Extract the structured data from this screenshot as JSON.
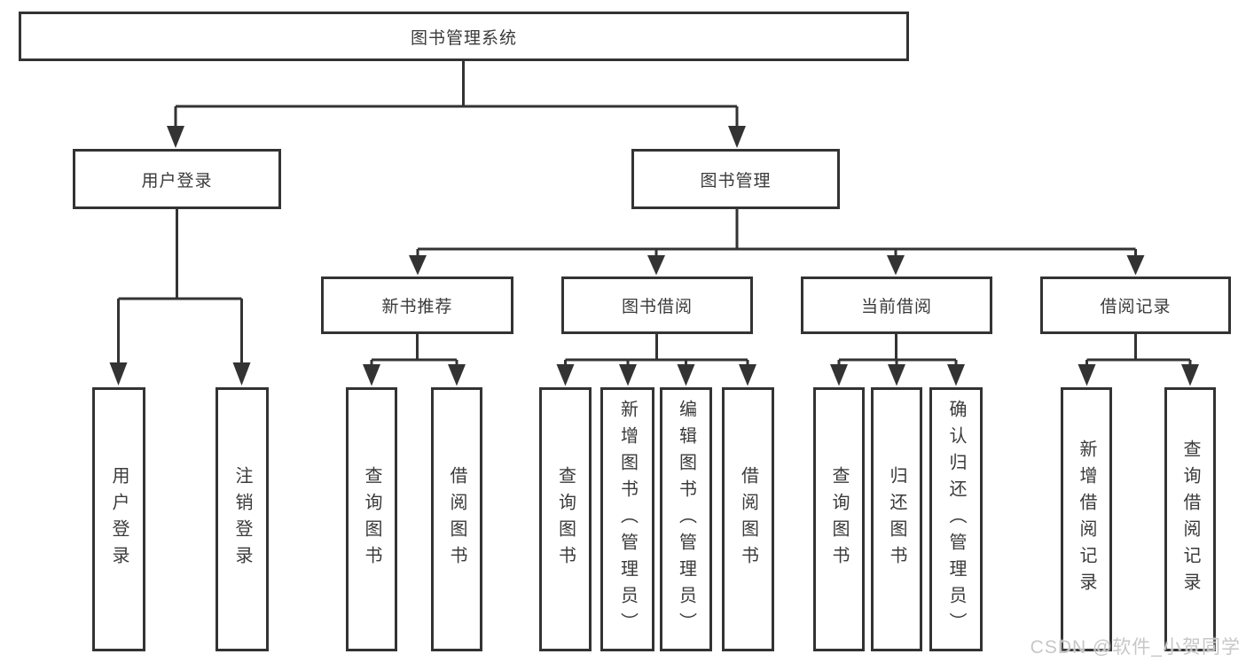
{
  "diagram": {
    "root": {
      "label": "图书管理系统"
    },
    "level2": [
      {
        "label": "用户登录"
      },
      {
        "label": "图书管理"
      }
    ],
    "level3": [
      {
        "label": "新书推荐"
      },
      {
        "label": "图书借阅"
      },
      {
        "label": "当前借阅"
      },
      {
        "label": "借阅记录"
      }
    ],
    "leaves": {
      "user_login": [
        {
          "label": "用户登录"
        },
        {
          "label": "注销登录"
        }
      ],
      "new_books": [
        {
          "label": "查询图书"
        },
        {
          "label": "借阅图书"
        }
      ],
      "book_borrow": [
        {
          "label": "查询图书"
        },
        {
          "label": "新增图书（管理员）"
        },
        {
          "label": "编辑图书（管理员）"
        },
        {
          "label": "借阅图书"
        }
      ],
      "current_borrow": [
        {
          "label": "查询图书"
        },
        {
          "label": "归还图书"
        },
        {
          "label": "确认归还（管理员）"
        }
      ],
      "borrow_records": [
        {
          "label": "新增借阅记录"
        },
        {
          "label": "查询借阅记录"
        }
      ]
    }
  },
  "watermark": {
    "text": "CSDN @软件_小贺同学"
  },
  "colors": {
    "line": "#333333",
    "text": "#3a3a3a",
    "background": "#ffffff",
    "watermark": "#c7c7c7"
  }
}
